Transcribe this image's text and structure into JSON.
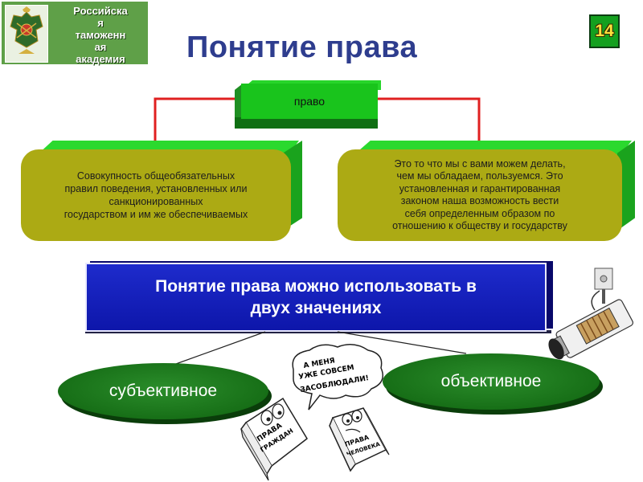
{
  "header": {
    "academy_name": "Российска\nя\nтаможенн\nая\nакадемия",
    "title": "Понятие права",
    "page_number": "14"
  },
  "diagram": {
    "root_label": "право",
    "left_definition": "Совокупность общеобязательных\nправил поведения, установленных или\nсанкционированных\nгосударством и им же обеспечиваемых",
    "right_definition": "Это то что мы с вами можем делать,\nчем мы обладаем, пользуемся. Это\nустановленная и гарантированная\nзаконом наша возможность вести\nсебя определенным образом по\nотношению к обществу и государству",
    "banner_text": "Понятие права можно использовать в\nдвух значениях",
    "left_meaning": "субъективное",
    "right_meaning": "объективное"
  },
  "cartoon": {
    "speech_line1": "А МЕНЯ",
    "speech_line2": "УЖЕ СОВСЕМ",
    "speech_line3": "ЗАСОБЛЮДАЛИ!",
    "book1_line1": "ПРАВА",
    "book1_line2": "ГРАЖДАН",
    "book2_line1": "ПРАВА",
    "book2_line2": "ЧЕЛОВЕКА"
  },
  "colors": {
    "title": "#2e3d8e",
    "green_box": "#19c41c",
    "olive_box": "#acaa14",
    "banner_blue": "#1424b8",
    "ellipse_green": "#176f17",
    "arrow_red": "#e02020",
    "logo_green": "#5fa048"
  }
}
